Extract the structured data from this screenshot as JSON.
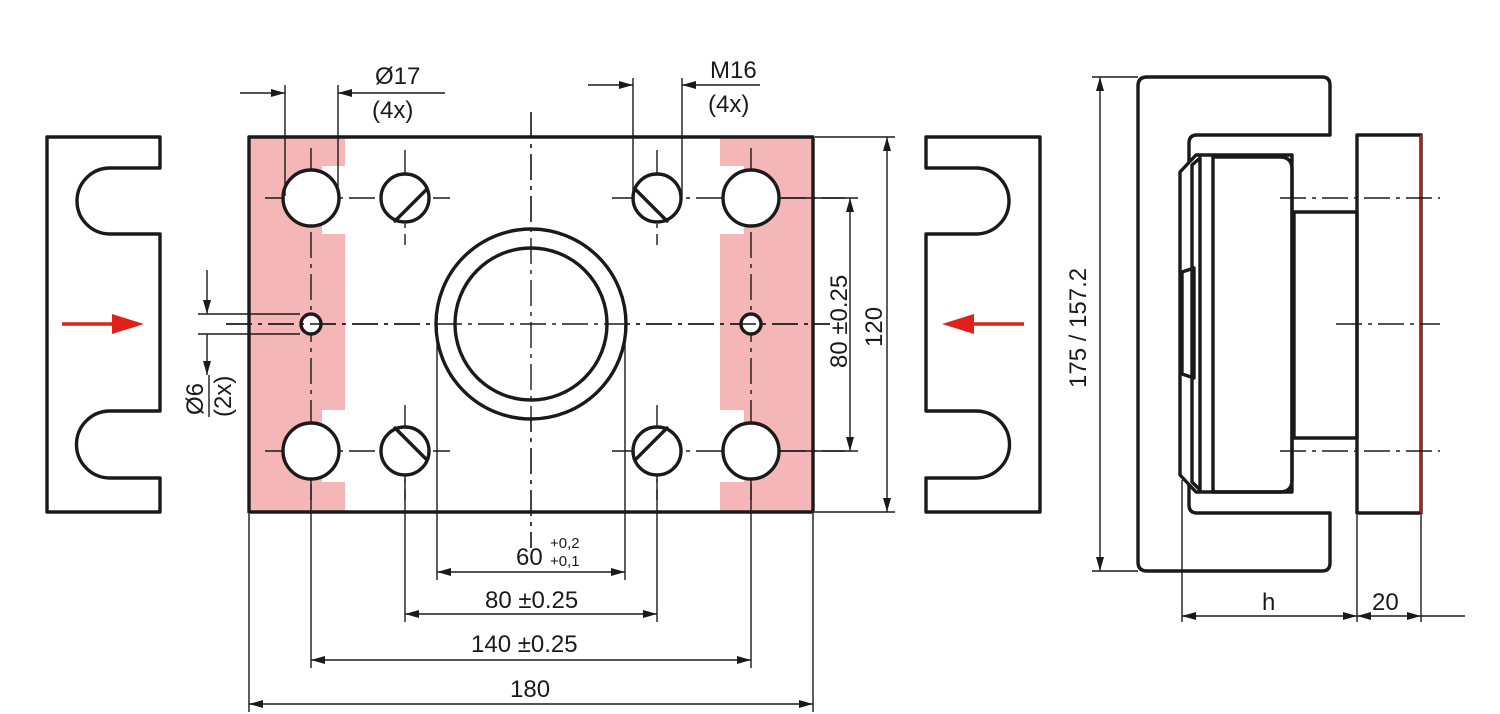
{
  "dimensions": {
    "hole_dia": "Ø17",
    "hole_count": "(4x)",
    "thread": "M16",
    "thread_count": "(4x)",
    "pin_dia": "Ø6",
    "pin_count": "(2x)",
    "bore": "60",
    "bore_tol_upper": "+0,2",
    "bore_tol_lower": "+0,1",
    "thread_spacing_x": "80 ±0.25",
    "hole_spacing_x": "140 ±0.25",
    "width": "180",
    "hole_spacing_y": "80 ±0.25",
    "height": "120",
    "overall_height": "175 / 157.2",
    "h_label": "h",
    "plate_thickness": "20"
  },
  "colors": {
    "outline": "#1a1a1a",
    "highlight": "#f4b6b6",
    "arrow": "#e0201a"
  }
}
